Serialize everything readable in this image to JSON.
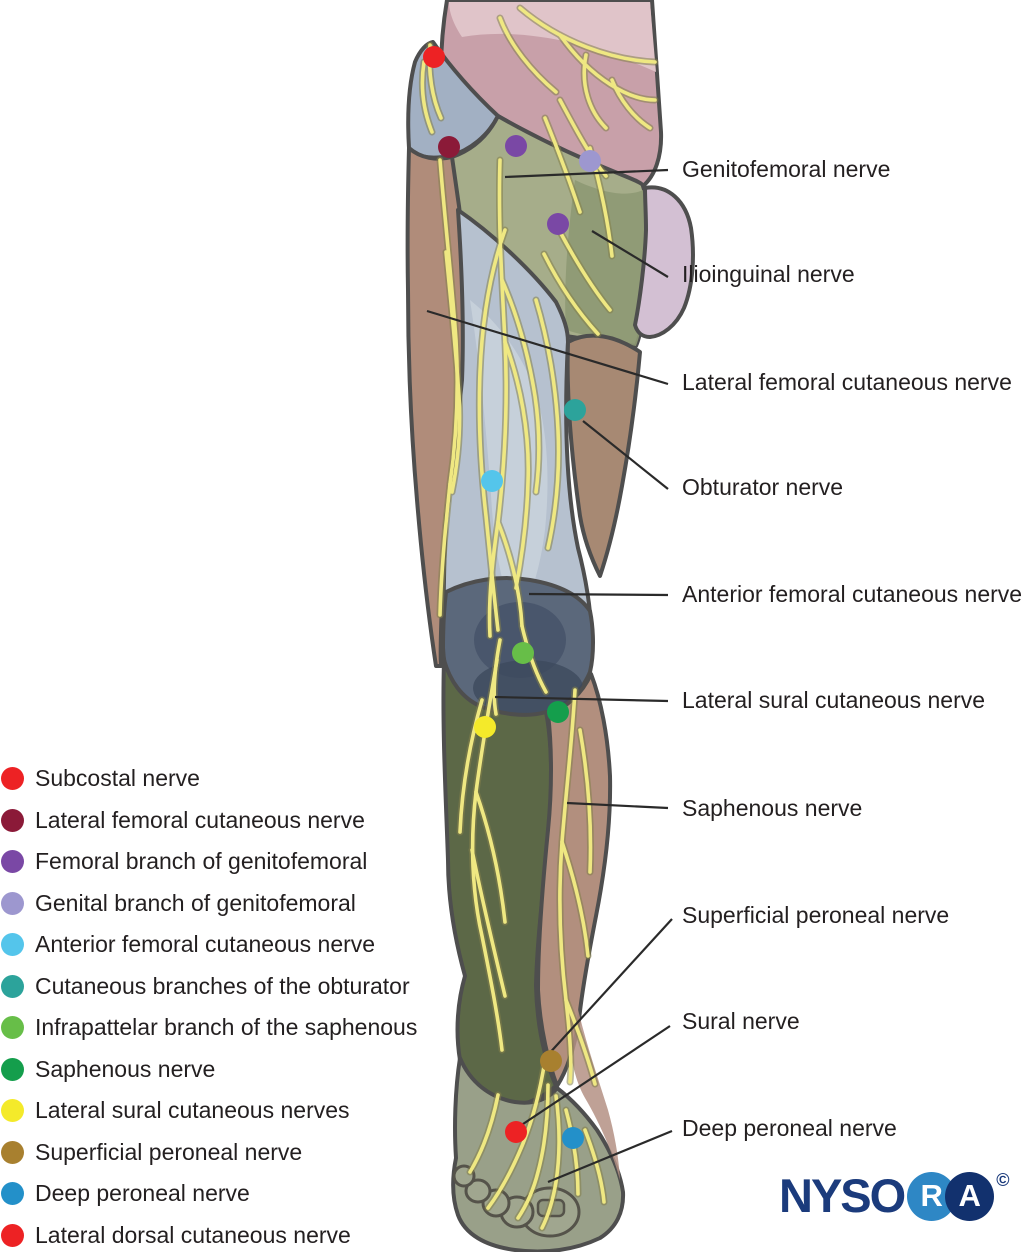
{
  "legend": {
    "items": [
      {
        "label": "Subcostal nerve",
        "color": "#ED2224"
      },
      {
        "label": "Lateral femoral cutaneous nerve",
        "color": "#8B1A38"
      },
      {
        "label": "Femoral branch of genitofemoral",
        "color": "#7A48A5"
      },
      {
        "label": "Genital branch of genitofemoral",
        "color": "#9D97CF"
      },
      {
        "label": "Anterior femoral cutaneous nerve",
        "color": "#54C5EB"
      },
      {
        "label": "Cutaneous branches of the obturator",
        "color": "#2CA39B"
      },
      {
        "label": "Infrapattelar branch of the saphenous",
        "color": "#67BE48"
      },
      {
        "label": "Saphenous nerve",
        "color": "#149E4C"
      },
      {
        "label": "Lateral sural cutaneous nerves",
        "color": "#F4EA2A"
      },
      {
        "label": "Superficial peroneal nerve",
        "color": "#A8802F"
      },
      {
        "label": "Deep peroneal nerve",
        "color": "#2390C9"
      },
      {
        "label": "Lateral dorsal cutaneous nerve",
        "color": "#ED2224"
      }
    ]
  },
  "annotations": [
    {
      "text": "Genitofemoral nerve"
    },
    {
      "text": "Ilioinguinal nerve"
    },
    {
      "text": "Lateral femoral cutaneous nerve"
    },
    {
      "text": "Obturator nerve"
    },
    {
      "text": "Anterior femoral cutaneous nerve"
    },
    {
      "text": "Lateral sural cutaneous nerve"
    },
    {
      "text": "Saphenous nerve"
    },
    {
      "text": "Superficial peroneal nerve"
    },
    {
      "text": "Sural nerve"
    },
    {
      "text": "Deep peroneal nerve"
    }
  ],
  "markers": [
    {
      "name": "subcostal-nerve",
      "color": "#ED2224"
    },
    {
      "name": "lateral-femoral-cutaneous-nerve",
      "color": "#8B1A38"
    },
    {
      "name": "femoral-branch-genitofemoral",
      "color": "#7A48A5"
    },
    {
      "name": "genital-branch-genitofemoral",
      "color": "#9D97CF"
    },
    {
      "name": "ilioinguinal-nerve",
      "color": "#7A48A5"
    },
    {
      "name": "cutaneous-branches-obturator",
      "color": "#2CA39B"
    },
    {
      "name": "anterior-femoral-cutaneous-nerve",
      "color": "#54C5EB"
    },
    {
      "name": "infrapattelar-branch-saphenous",
      "color": "#67BE48"
    },
    {
      "name": "saphenous-nerve",
      "color": "#149E4C"
    },
    {
      "name": "lateral-sural-cutaneous-nerves",
      "color": "#F4EA2A"
    },
    {
      "name": "superficial-peroneal-nerve",
      "color": "#A8802F"
    },
    {
      "name": "lateral-dorsal-cutaneous-nerve",
      "color": "#ED2224"
    },
    {
      "name": "deep-peroneal-nerve",
      "color": "#2390C9"
    }
  ],
  "logo": {
    "word": "NYSO",
    "r_letter": "R",
    "a_letter": "A",
    "copyright": "©",
    "navy": "#1B3B7C",
    "light_blue": "#2E87C5",
    "dark_circle": "#12316E"
  }
}
